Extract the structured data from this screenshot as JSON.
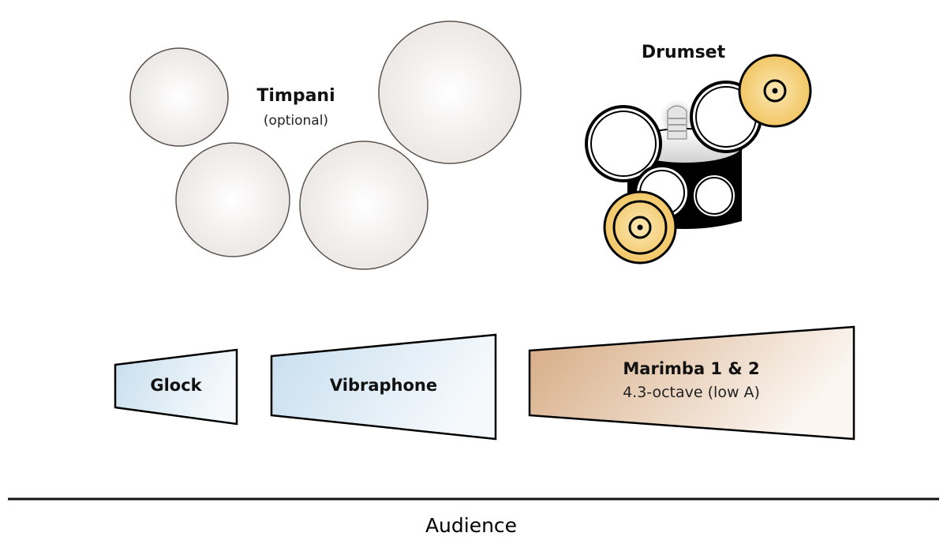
{
  "title": "Percussion stage setup",
  "timpani": {
    "label": "Timpani",
    "note": "(optional)",
    "drum_count": 4,
    "head_color": "#f2f0ee"
  },
  "drumset": {
    "label": "Drumset",
    "cymbal_color": "#f3c866",
    "shell_color": "#000000"
  },
  "mallets": [
    {
      "name": "Glock",
      "subtitle": "",
      "color": "#c9dfee"
    },
    {
      "name": "Vibraphone",
      "subtitle": "",
      "color": "#c9dfee"
    },
    {
      "name": "Marimba 1 & 2",
      "subtitle": "4.3-octave (low A)",
      "color": "#d9b08c"
    }
  ],
  "audience": {
    "label": "Audience"
  }
}
